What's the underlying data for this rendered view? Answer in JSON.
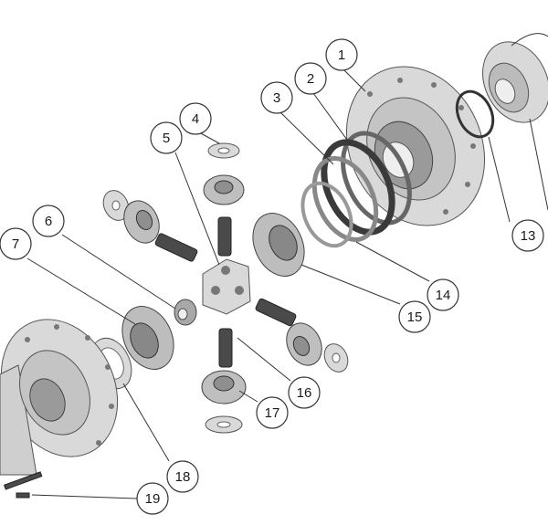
{
  "diagram": {
    "callouts": [
      {
        "label": "1"
      },
      {
        "label": "2"
      },
      {
        "label": "3"
      },
      {
        "label": "4"
      },
      {
        "label": "5"
      },
      {
        "label": "6"
      },
      {
        "label": "7"
      },
      {
        "label": "13"
      },
      {
        "label": "14"
      },
      {
        "label": "15"
      },
      {
        "label": "16"
      },
      {
        "label": "17"
      },
      {
        "label": "18"
      },
      {
        "label": "19"
      }
    ]
  }
}
